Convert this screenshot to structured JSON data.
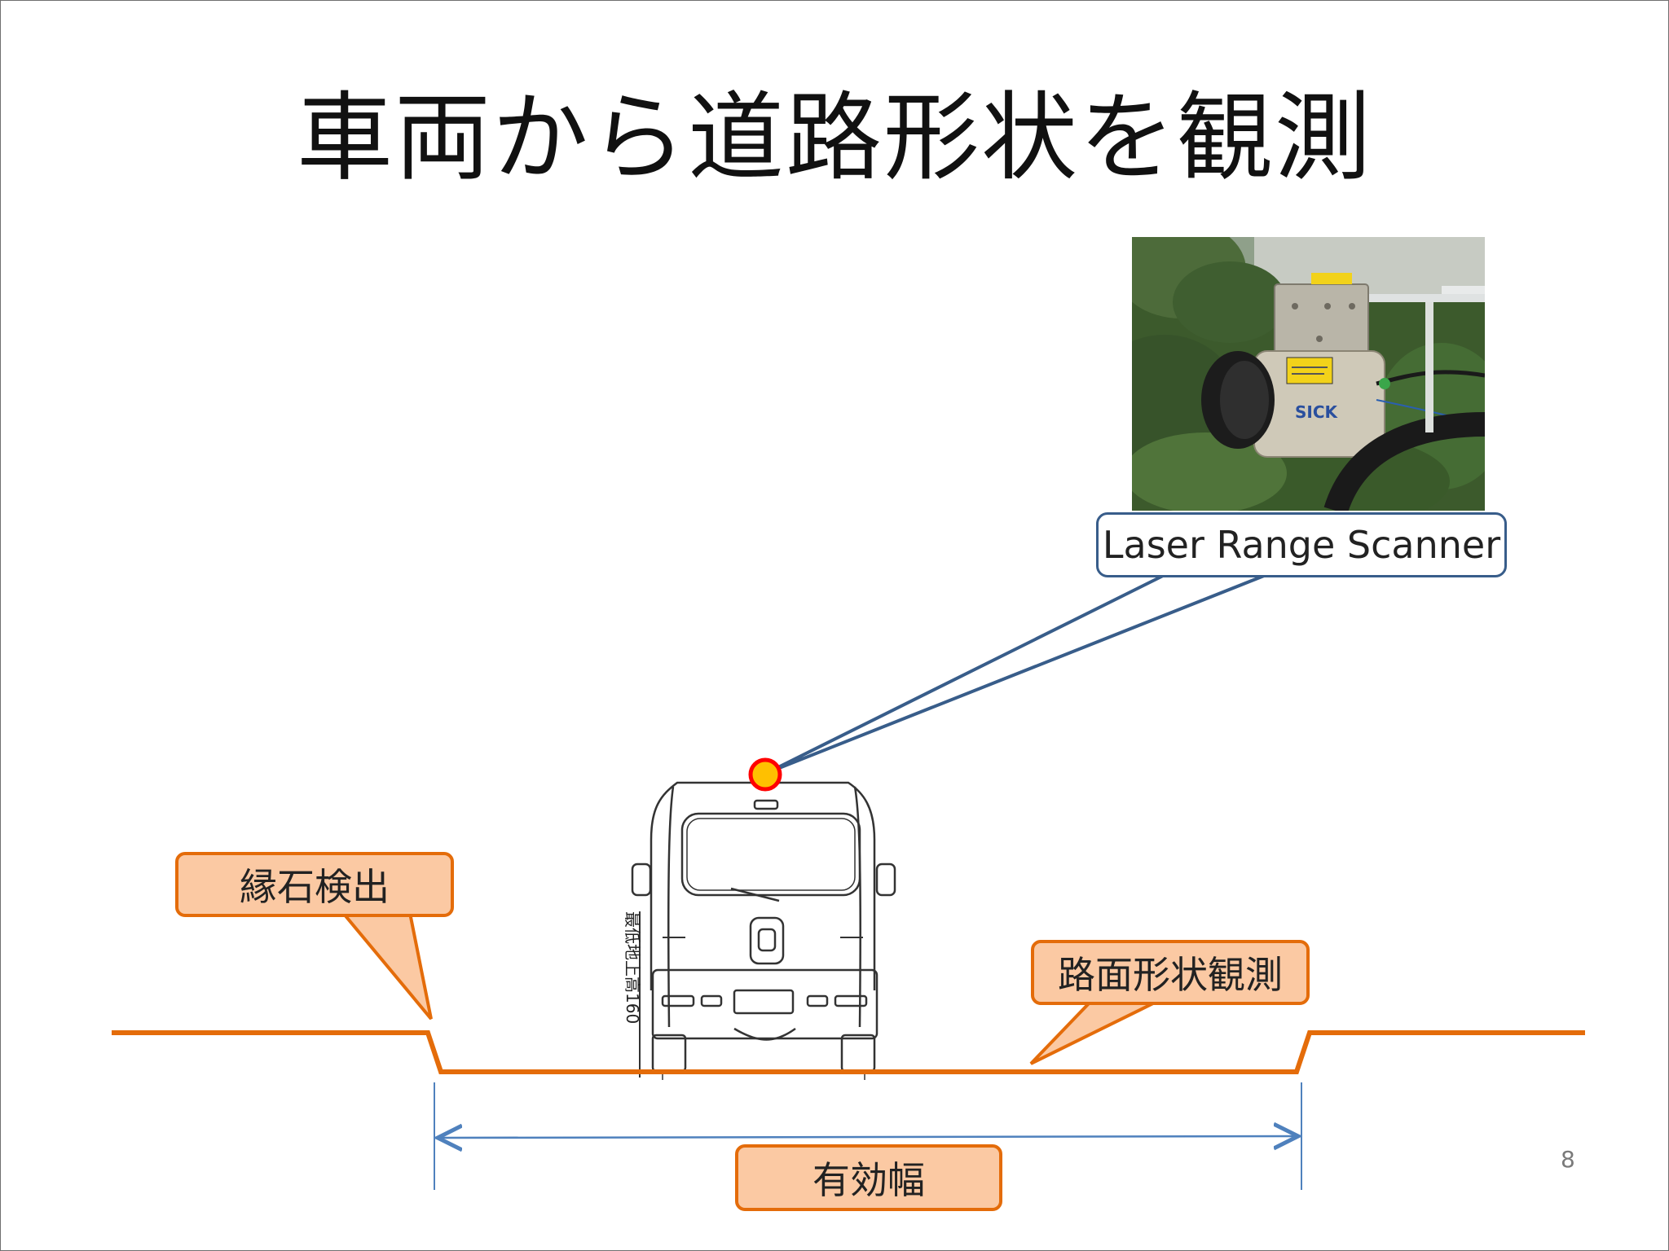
{
  "slide": {
    "title": "車両から道路形状を観測",
    "page_number": "8"
  },
  "callouts": {
    "scanner": "Laser Range Scanner",
    "curb": "縁石検出",
    "road_surface": "路面形状観測",
    "effective_width": "有効幅"
  },
  "photo": {
    "brand": "SICK"
  },
  "vehicle": {
    "height_label": "最低地上高160"
  },
  "colors": {
    "road": "#e46c0a",
    "callout_fill": "#fbc9a3",
    "scanner_callout_border": "#385d8a",
    "dimension_line": "#4f81bd",
    "sensor_fill": "#ffc000",
    "sensor_border": "#ff0000"
  }
}
